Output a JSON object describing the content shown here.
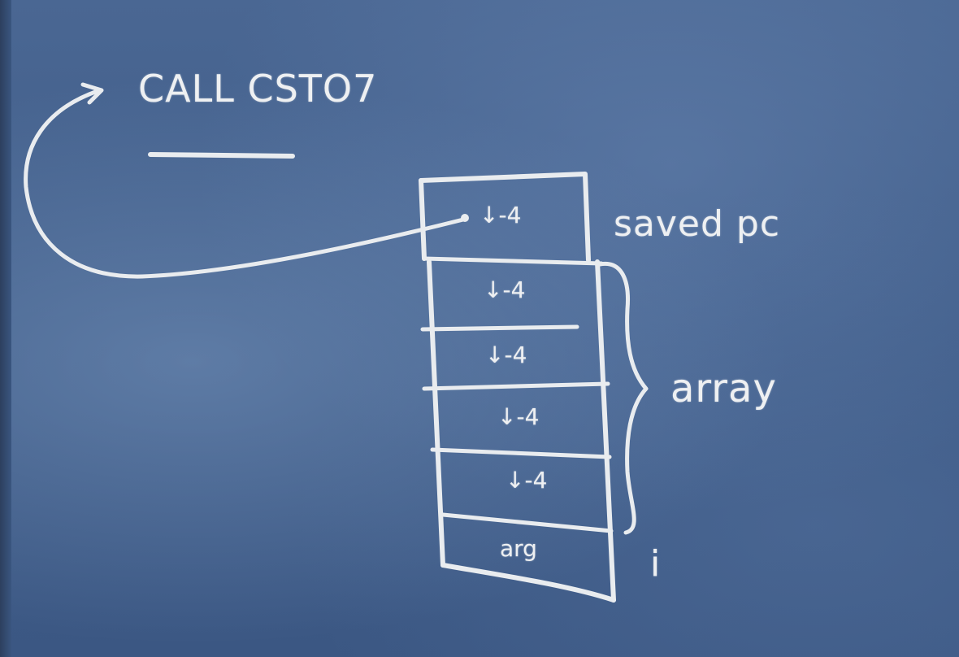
{
  "board": {
    "instruction": "CALL CSTO7",
    "stack_cells": [
      "↓-4",
      "↓-4",
      "↓-4",
      "↓-4",
      "↓-4",
      "arg"
    ],
    "label_saved_pc": "saved pc",
    "label_array": "array",
    "label_i": "i",
    "chalk_color": "#e9ecef",
    "board_color": "#3e5a86"
  }
}
